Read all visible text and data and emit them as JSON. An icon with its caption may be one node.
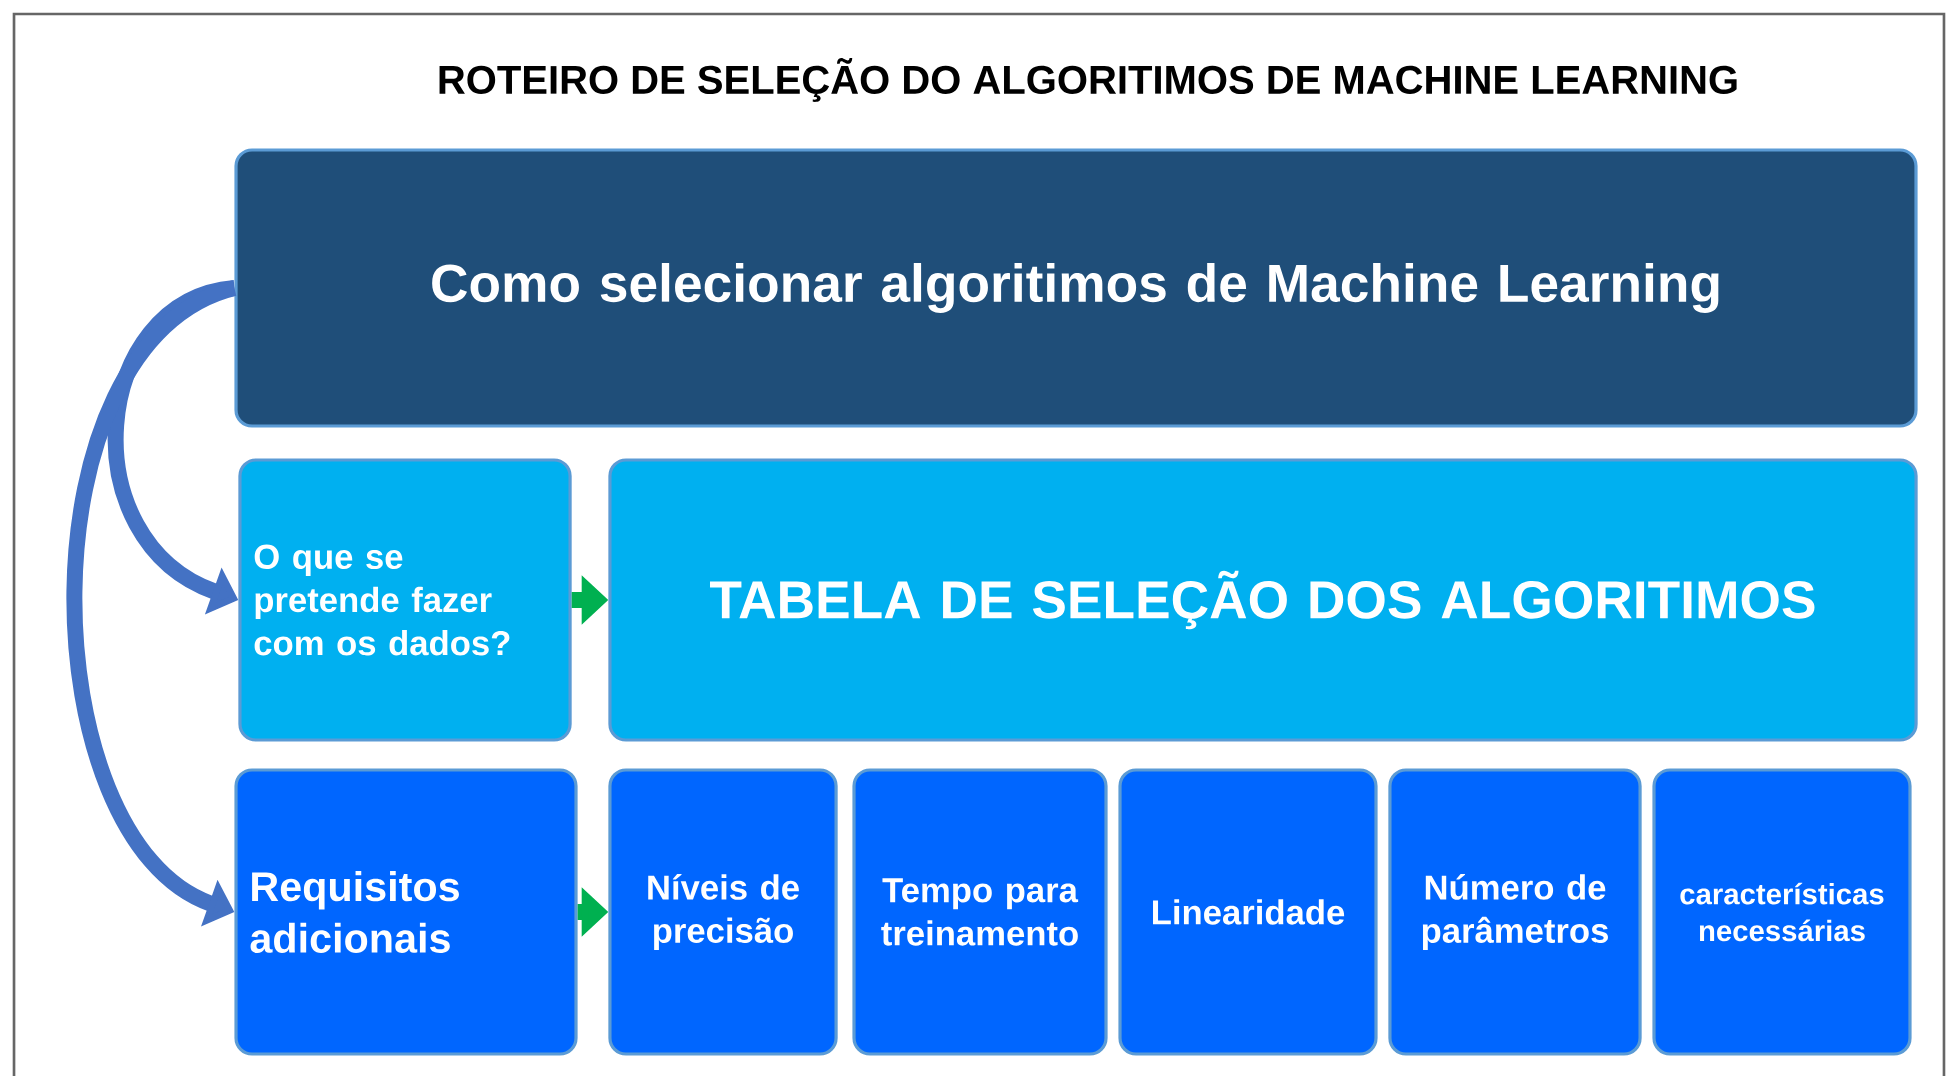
{
  "diagram": {
    "title": "ROTEIRO DE SELEÇÃO DO ALGORITIMOS DE MACHINE LEARNING",
    "nodes": [
      {
        "text": [
          "Como selecionar algoritimos de Machine Learning"
        ]
      },
      {
        "text": [
          "O que se pretende fazer com os dados?"
        ]
      },
      {
        "text": [
          "TABELA DE SELEÇÃO DOS ALGORITIMOS"
        ]
      },
      {
        "text": [
          "Requisitos adicionais"
        ]
      },
      {
        "text": [
          "Níveis de precisão"
        ]
      },
      {
        "text": [
          "Tempo para treinamento"
        ]
      },
      {
        "text": [
          "Linearidade"
        ]
      },
      {
        "text": [
          "Número de parâmetros"
        ]
      },
      {
        "text": [
          "características necessárias"
        ]
      }
    ],
    "edges": [
      {
        "from": 0,
        "to": 1,
        "arrow": "to",
        "color": "#4472c4"
      },
      {
        "from": 0,
        "to": 3,
        "arrow": "to",
        "color": "#4472c4"
      },
      {
        "from": 1,
        "to": 2,
        "arrow": "to",
        "color": "#00b050"
      },
      {
        "from": 3,
        "to": 4,
        "arrow": "to",
        "color": "#00b050"
      }
    ]
  }
}
